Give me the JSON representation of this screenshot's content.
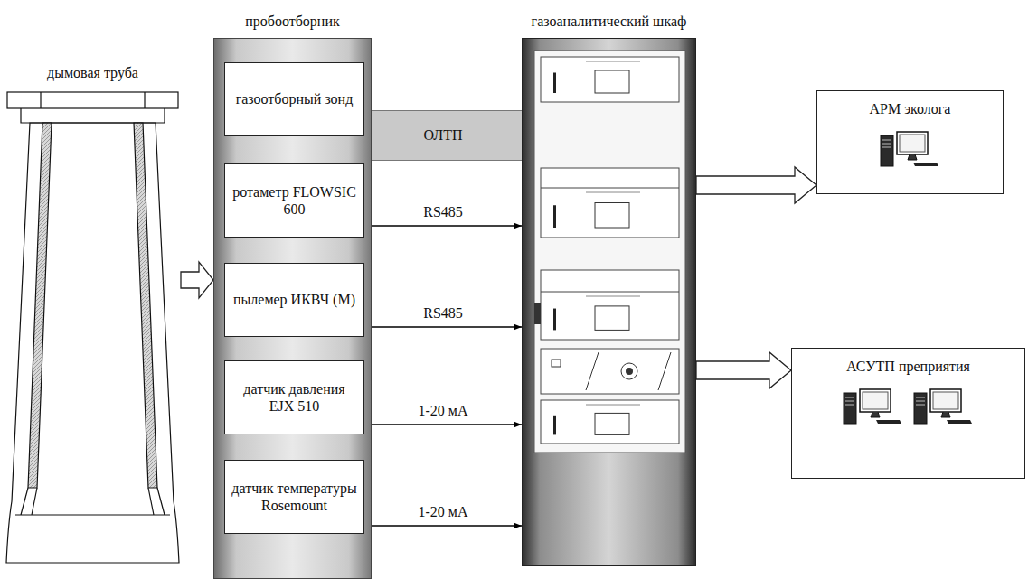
{
  "diagram": {
    "nodes": [
      {
        "text": [
          "дымовая труба"
        ]
      },
      {
        "text": [
          "пробоотборник"
        ]
      },
      {
        "text": [
          "газоотборный зонд"
        ],
        "in": 1
      },
      {
        "text": [
          "ротаметр FLOWSIC 600"
        ],
        "in": 1
      },
      {
        "text": [
          "пылемер ИКВЧ (М)"
        ],
        "in": 1
      },
      {
        "text": [
          "датчик давления EJX 510"
        ],
        "in": 1
      },
      {
        "text": [
          "датчик температуры Rosemount"
        ],
        "in": 1
      },
      {
        "text": [
          "газоаналитический шкаф"
        ]
      },
      {
        "text": [
          "АРМ эколога"
        ]
      },
      {
        "text": [
          "АСУТП преприятия"
        ]
      }
    ],
    "edges": [
      {
        "from": 0,
        "to": 1,
        "arrow": "to"
      },
      {
        "from": 2,
        "to": 7,
        "label": "ОЛТП",
        "arrow": "none"
      },
      {
        "from": 3,
        "to": 7,
        "label": "RS485",
        "arrow": "to"
      },
      {
        "from": 4,
        "to": 7,
        "label": "RS485",
        "arrow": "to"
      },
      {
        "from": 5,
        "to": 7,
        "label": "1-20 мА",
        "arrow": "to"
      },
      {
        "from": 6,
        "to": 7,
        "label": "1-20 мА",
        "arrow": "to"
      },
      {
        "from": 7,
        "to": 8,
        "arrow": "to"
      },
      {
        "from": 7,
        "to": 9,
        "arrow": "to"
      }
    ]
  }
}
